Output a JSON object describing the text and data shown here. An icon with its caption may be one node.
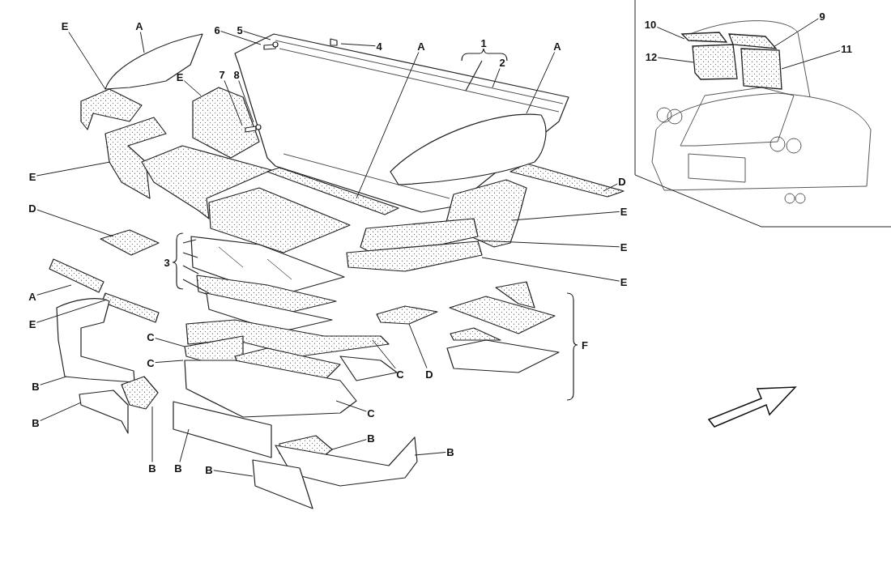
{
  "diagram": {
    "nodes": [
      {
        "text": [
          "E"
        ]
      },
      {
        "text": [
          "A"
        ]
      },
      {
        "text": [
          "6"
        ]
      },
      {
        "text": [
          "5"
        ]
      },
      {
        "text": [
          "4"
        ]
      },
      {
        "text": [
          "A"
        ]
      },
      {
        "text": [
          "2"
        ]
      },
      {
        "text": [
          "A"
        ]
      },
      {
        "text": [
          "E"
        ]
      },
      {
        "text": [
          "7"
        ]
      },
      {
        "text": [
          "8"
        ]
      },
      {
        "text": [
          "E"
        ]
      },
      {
        "text": [
          "D"
        ]
      },
      {
        "text": [
          "D"
        ]
      },
      {
        "text": [
          "E"
        ]
      },
      {
        "text": [
          "E"
        ]
      },
      {
        "text": [
          "E"
        ]
      },
      {
        "text": [
          "A"
        ]
      },
      {
        "text": [
          "E"
        ]
      },
      {
        "text": [
          "C"
        ]
      },
      {
        "text": [
          "C"
        ]
      },
      {
        "text": [
          "C"
        ]
      },
      {
        "text": [
          "D"
        ]
      },
      {
        "text": [
          "B"
        ]
      },
      {
        "text": [
          "B"
        ]
      },
      {
        "text": [
          "C"
        ]
      },
      {
        "text": [
          "B"
        ]
      },
      {
        "text": [
          "B"
        ]
      },
      {
        "text": [
          "B"
        ]
      },
      {
        "text": [
          "B"
        ]
      },
      {
        "text": [
          "B"
        ]
      },
      {
        "text": [
          "10"
        ]
      },
      {
        "text": [
          "9"
        ]
      },
      {
        "text": [
          "12"
        ]
      },
      {
        "text": [
          "11"
        ]
      }
    ],
    "edges": [
      {
        "from": 0,
        "to": null,
        "arrow": "none"
      },
      {
        "from": 1,
        "to": null,
        "arrow": "none"
      },
      {
        "from": 2,
        "to": null,
        "arrow": "none"
      },
      {
        "from": 3,
        "to": null,
        "arrow": "none"
      },
      {
        "from": 4,
        "to": null,
        "arrow": "none"
      },
      {
        "from": 5,
        "to": null,
        "arrow": "none"
      },
      {
        "from": 6,
        "to": null,
        "arrow": "none"
      },
      {
        "from": 7,
        "to": null,
        "arrow": "none"
      },
      {
        "from": 8,
        "to": null,
        "arrow": "none"
      },
      {
        "from": 9,
        "to": null,
        "arrow": "none"
      },
      {
        "from": 10,
        "to": null,
        "arrow": "none"
      },
      {
        "from": 11,
        "to": null,
        "arrow": "none"
      },
      {
        "from": 12,
        "to": null,
        "arrow": "none"
      },
      {
        "from": 13,
        "to": null,
        "arrow": "none"
      },
      {
        "from": 14,
        "to": null,
        "arrow": "none"
      },
      {
        "from": 15,
        "to": null,
        "arrow": "none"
      },
      {
        "from": 16,
        "to": null,
        "arrow": "none"
      },
      {
        "from": 17,
        "to": null,
        "arrow": "none"
      },
      {
        "from": 18,
        "to": null,
        "arrow": "none"
      },
      {
        "from": 19,
        "to": null,
        "arrow": "none"
      },
      {
        "from": 20,
        "to": null,
        "arrow": "none"
      },
      {
        "from": 21,
        "to": null,
        "arrow": "none"
      },
      {
        "from": 22,
        "to": null,
        "arrow": "none"
      },
      {
        "from": 23,
        "to": null,
        "arrow": "none"
      },
      {
        "from": 24,
        "to": null,
        "arrow": "none"
      },
      {
        "from": 25,
        "to": null,
        "arrow": "none"
      },
      {
        "from": 26,
        "to": null,
        "arrow": "none"
      },
      {
        "from": 27,
        "to": null,
        "arrow": "none"
      },
      {
        "from": 28,
        "to": null,
        "arrow": "none"
      },
      {
        "from": 29,
        "to": null,
        "arrow": "none"
      },
      {
        "from": 30,
        "to": null,
        "arrow": "none"
      },
      {
        "from": 31,
        "to": null,
        "arrow": "none"
      },
      {
        "from": 32,
        "to": null,
        "arrow": "none"
      },
      {
        "from": 33,
        "to": null,
        "arrow": "none"
      },
      {
        "from": 34,
        "to": null,
        "arrow": "none"
      }
    ],
    "labels": [
      "1",
      "3",
      "F"
    ]
  }
}
